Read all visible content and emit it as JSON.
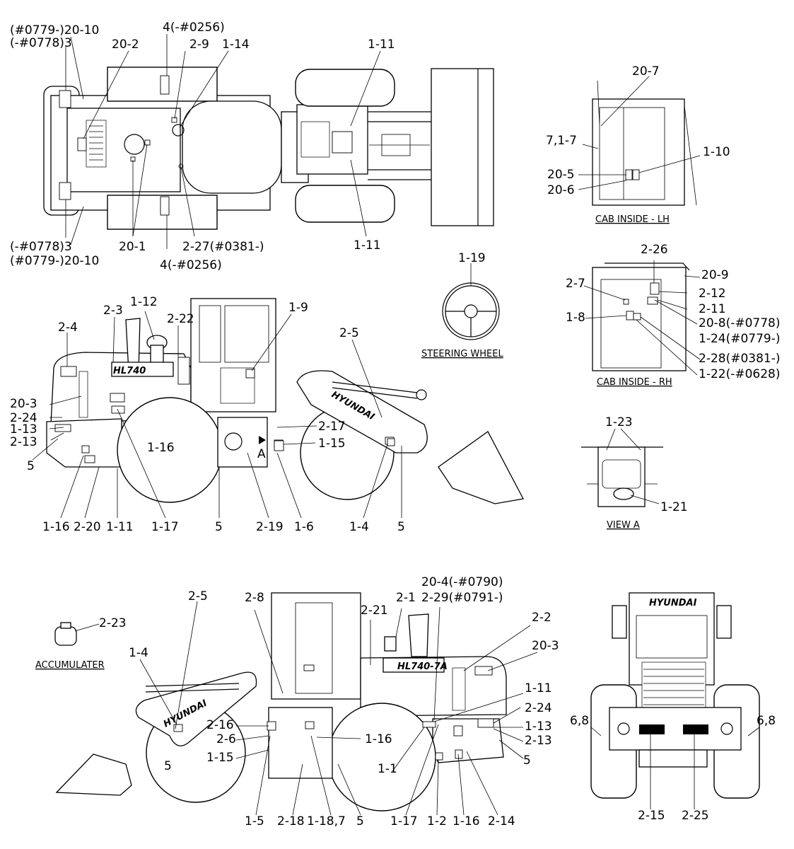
{
  "top_view": {
    "labels": [
      "(#0779-)20-10",
      "(-#0778)3",
      "20-2",
      "4(-#0256)",
      "2-9",
      "1-14",
      "1-11",
      "(-#0778)3",
      "(#0779-)20-10",
      "20-1",
      "4(-#0256)",
      "2-27(#0381-)",
      "1-11"
    ]
  },
  "cab_lh": {
    "caption": "CAB INSIDE - LH",
    "labels": [
      "20-7",
      "7,1-7",
      "1-10",
      "20-5",
      "20-6"
    ]
  },
  "steering": {
    "caption": "STEERING WHEEL",
    "labels": [
      "1-19"
    ]
  },
  "cab_rh": {
    "caption": "CAB INSIDE - RH",
    "labels": [
      "2-26",
      "20-9",
      "2-7",
      "2-12",
      "2-11",
      "20-8(-#0778)",
      "1-24(#0779-)",
      "1-8",
      "2-28(#0381-)",
      "1-22(-#0628)"
    ]
  },
  "left_side": {
    "logo": "HL740",
    "brand": "HYUNDAI",
    "view_marker": "A",
    "labels": [
      "2-3",
      "1-12",
      "1-9",
      "2-4",
      "2-22",
      "2-5",
      "20-3",
      "2-24",
      "1-13",
      "2-13",
      "5",
      "1-16",
      "2-17",
      "1-15",
      "1-16",
      "2-20",
      "1-11",
      "1-17",
      "5",
      "2-19",
      "1-6",
      "1-4",
      "5"
    ]
  },
  "view_a": {
    "caption": "VIEW A",
    "labels": [
      "1-23",
      "1-21"
    ]
  },
  "accumulator": {
    "caption": "ACCUMULATER",
    "labels": [
      "2-23"
    ]
  },
  "right_side": {
    "logo": "HL740-7A",
    "brand": "HYUNDAI",
    "labels": [
      "2-5",
      "2-8",
      "2-21",
      "2-1",
      "20-4(-#0790)",
      "2-29(#0791-)",
      "2-2",
      "20-3",
      "1-4",
      "1-11",
      "2-24",
      "1-13",
      "2-13",
      "2-16",
      "2-6",
      "1-15",
      "5",
      "1-16",
      "1-1",
      "5",
      "1-5",
      "2-18",
      "1-18,7",
      "5",
      "1-17",
      "1-2",
      "1-16",
      "2-14"
    ]
  },
  "rear_view": {
    "brand": "HYUNDAI",
    "labels": [
      "6,8",
      "6,8",
      "2-15",
      "2-25"
    ]
  }
}
